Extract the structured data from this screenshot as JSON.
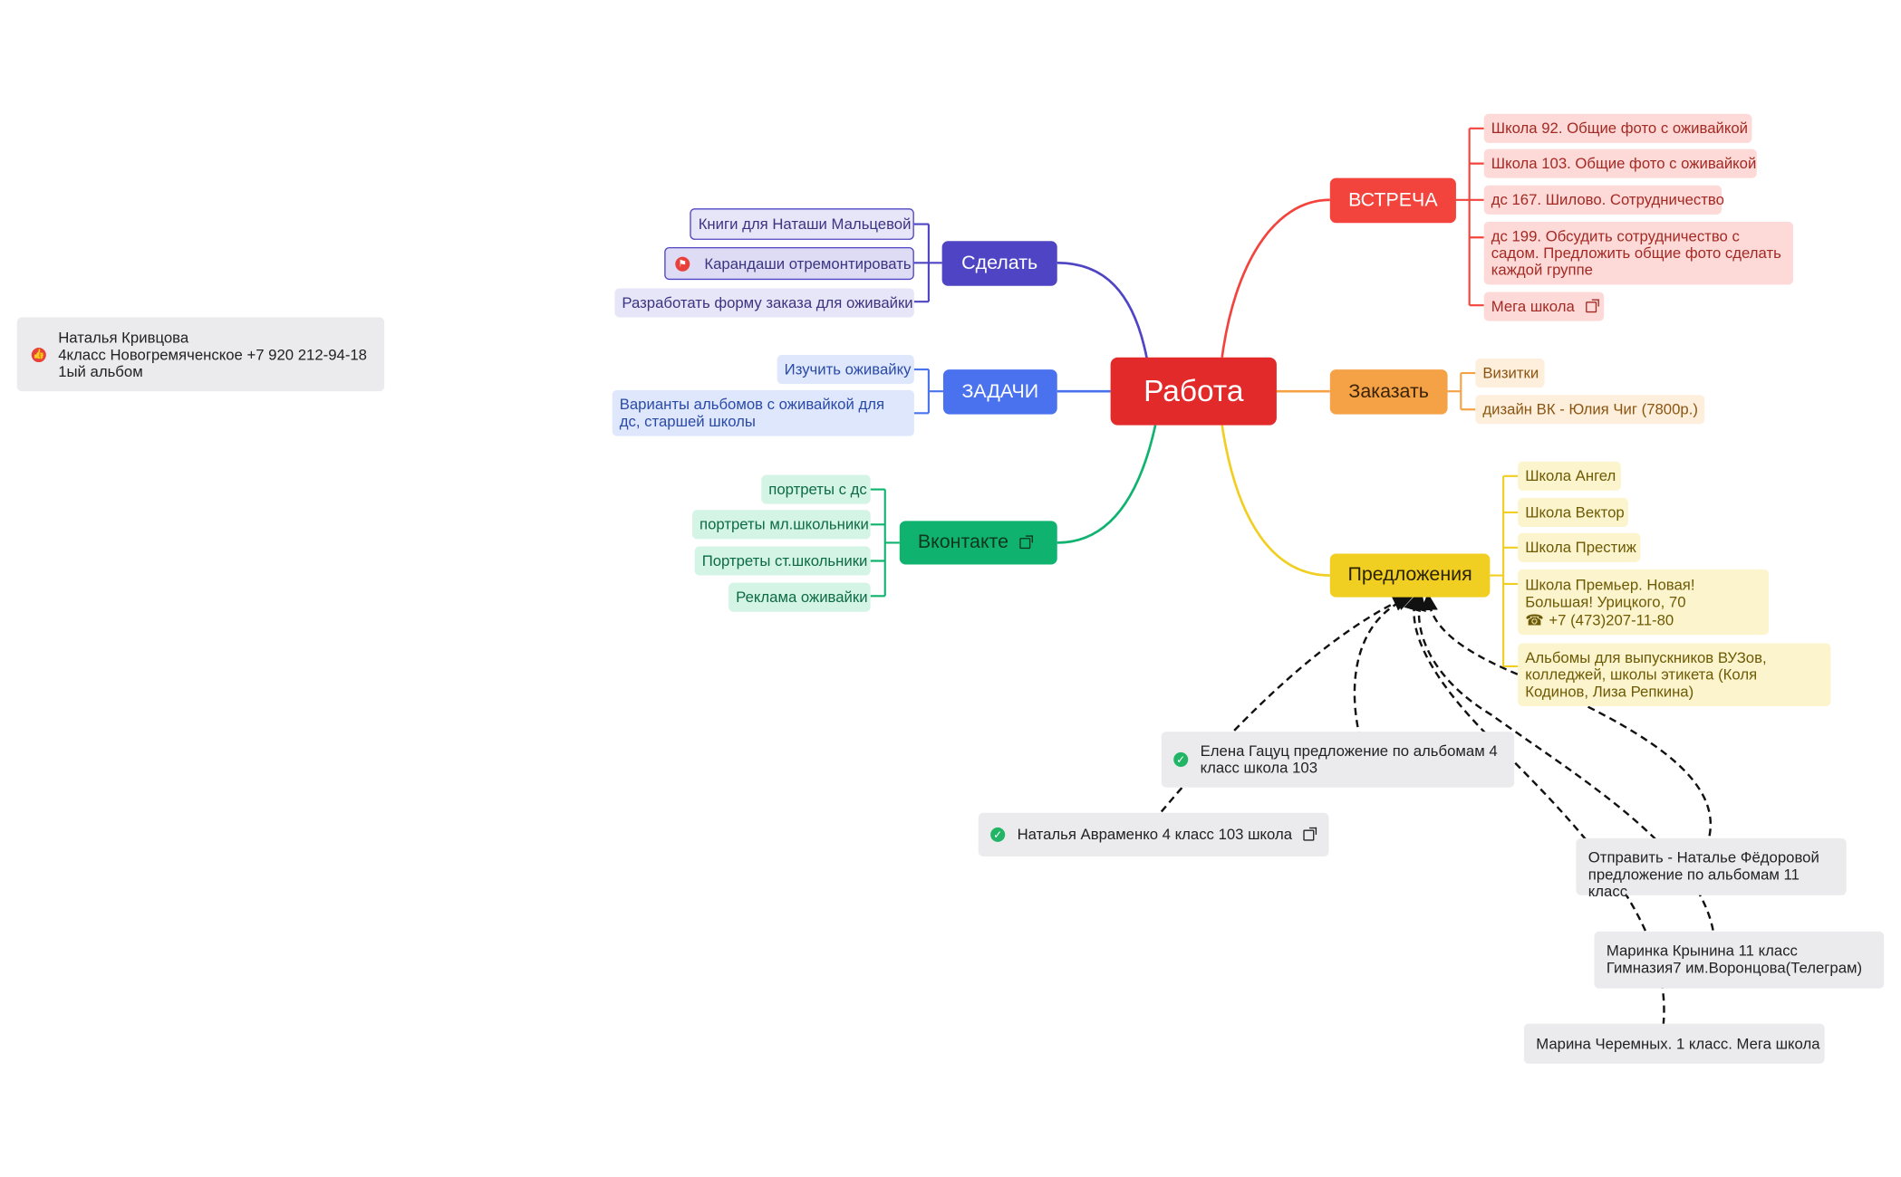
{
  "center": {
    "label": "Работа",
    "color": "#e22a2b"
  },
  "branches": {
    "sdelat": {
      "label": "Сделать",
      "color": "#4f45c4",
      "items": [
        "Книги для Наташи Мальцевой",
        "Карандаши отремонтировать",
        "Разработать форму заказа для оживайки"
      ]
    },
    "zadachi": {
      "label": "ЗАДАЧИ",
      "color": "#4a72ee",
      "items": [
        "Изучить оживайку",
        "Варианты альбомов с оживайкой для дс, старшей школы"
      ]
    },
    "vkontakte": {
      "label": "Вконтакте",
      "color": "#0fb36f",
      "items": [
        "портреты с дс",
        "портреты мл.школьники",
        "Портреты ст.школьники",
        "Реклама оживайки"
      ]
    },
    "vstrecha": {
      "label": "ВСТРЕЧА",
      "color": "#f2443c",
      "items": [
        "Школа 92. Общие фото с оживайкой",
        "Школа 103. Общие фото с оживайкой",
        "дс 167. Шилово. Сотрудничество",
        "дс 199. Обсудить сотрудничество с садом. Предложить общие фото сделать каждой группе",
        "Мега школа"
      ]
    },
    "zakazat": {
      "label": "Заказать",
      "color": "#f5a247",
      "items": [
        "Визитки",
        "дизайн ВК - Юлия Чиг (7800р.)"
      ]
    },
    "predlozheniya": {
      "label": "Предложения",
      "color": "#f0cf22",
      "items": [
        "Школа Ангел",
        "Школа Вектор",
        "Школа Престиж",
        "Школа Премьер. Новая! Большая! Урицкого, 70",
        "+7 (473)207-11-80",
        "Альбомы для выпускников ВУЗов, колледжей, школы этикета (Коля Кодинов, Лиза Репкина)"
      ]
    }
  },
  "floating": {
    "natalya_k": {
      "line1": "Наталья Кривцова",
      "line2": "4класс Новогремяченское +7 920 212-94-18",
      "line3": "1ый альбом"
    },
    "elena": "Елена Гацуц предложение по альбомам 4 класс школа 103",
    "natalya_a": "Наталья Авраменко 4 класс 103 школа",
    "otpravit": "Отправить - Наталье Фёдоровой предложение по альбомам 11 класс",
    "marinka": "Маринка Крынина 11 класс Гимназия7 им.Воронцова(Телеграм)",
    "marina_ch": "Марина Черемных. 1 класс. Мега школа"
  },
  "icons": {
    "external_link": "external-link-icon",
    "check": "check-circle-icon",
    "flag": "flag-icon",
    "thumb": "thumbs-up-icon",
    "phone": "phone-icon"
  }
}
